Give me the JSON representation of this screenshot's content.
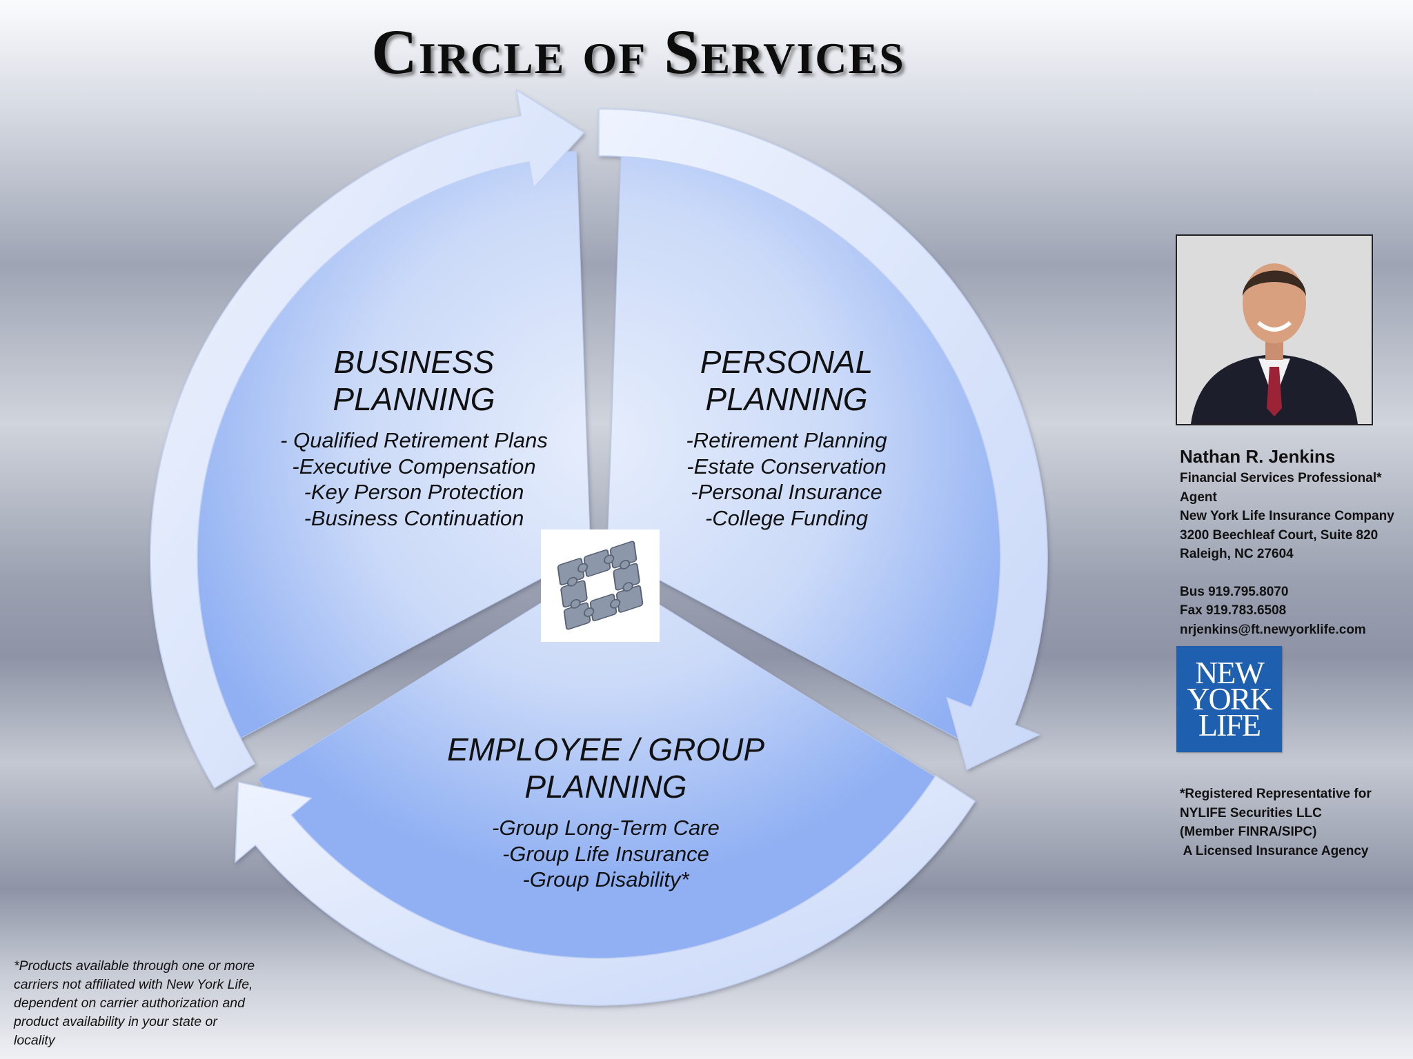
{
  "title": "Circle of Services",
  "segments": {
    "business": {
      "title_line1": "BUSINESS",
      "title_line2": "PLANNING",
      "items": [
        "- Qualified Retirement Plans",
        "-Executive Compensation",
        "-Key Person Protection",
        "-Business Continuation"
      ]
    },
    "personal": {
      "title_line1": "PERSONAL",
      "title_line2": "PLANNING",
      "items": [
        "-Retirement  Planning",
        "-Estate Conservation",
        "-Personal Insurance",
        "-College Funding"
      ]
    },
    "employee": {
      "title_line1": "EMPLOYEE / GROUP",
      "title_line2": "PLANNING",
      "items": [
        "-Group Long-Term Care",
        "-Group Life Insurance",
        "-Group Disability*"
      ]
    }
  },
  "center_icon": "puzzle-pieces-icon",
  "agent": {
    "photo": "agent-portrait",
    "name": "Nathan R. Jenkins",
    "role": "Financial Services Professional*",
    "title2": "Agent",
    "company": "New York Life Insurance Company",
    "address1": "3200 Beechleaf Court, Suite 820",
    "address2": "Raleigh, NC  27604",
    "bus": "Bus  919.795.8070",
    "fax": "Fax  919.783.6508",
    "email": "nrjenkins@ft.newyorklife.com"
  },
  "logo": {
    "line1": "NEW",
    "line2": "YORK",
    "line3": "LIFE",
    "color": "#1f5fb0"
  },
  "registered": {
    "line1": "*Registered Representative for",
    "line2": "NYLIFE Securities LLC",
    "line3": "(Member FINRA/SIPC)",
    "line4": " A Licensed Insurance Agency"
  },
  "footnote": {
    "line1": "*Products available through one or more",
    "line2": "carriers not affiliated with New York Life,",
    "line3": "dependent on carrier authorization and",
    "line4": "product availability in your state or",
    "line5": "locality"
  },
  "colors": {
    "segment_light": "#e4ecfb",
    "segment_dark": "#92b2f4",
    "ring": "#d7e2fa"
  }
}
